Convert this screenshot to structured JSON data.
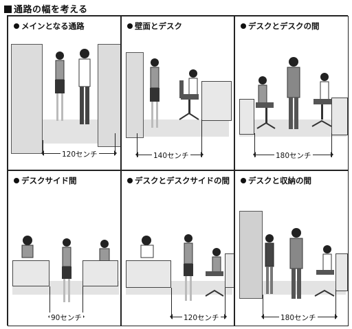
{
  "title": "通路の幅を考える",
  "panels": [
    {
      "label": "メインとなる通路",
      "width": "120センチ"
    },
    {
      "label": "壁面とデスク",
      "width": "140センチ"
    },
    {
      "label": "デスクとデスクの間",
      "width": "180センチ"
    },
    {
      "label": "デスクサイド間",
      "width": "90センチ"
    },
    {
      "label": "デスクとデスクサイドの間",
      "width": "120センチ"
    },
    {
      "label": "デスクと収納の間",
      "width": "180センチ"
    }
  ]
}
